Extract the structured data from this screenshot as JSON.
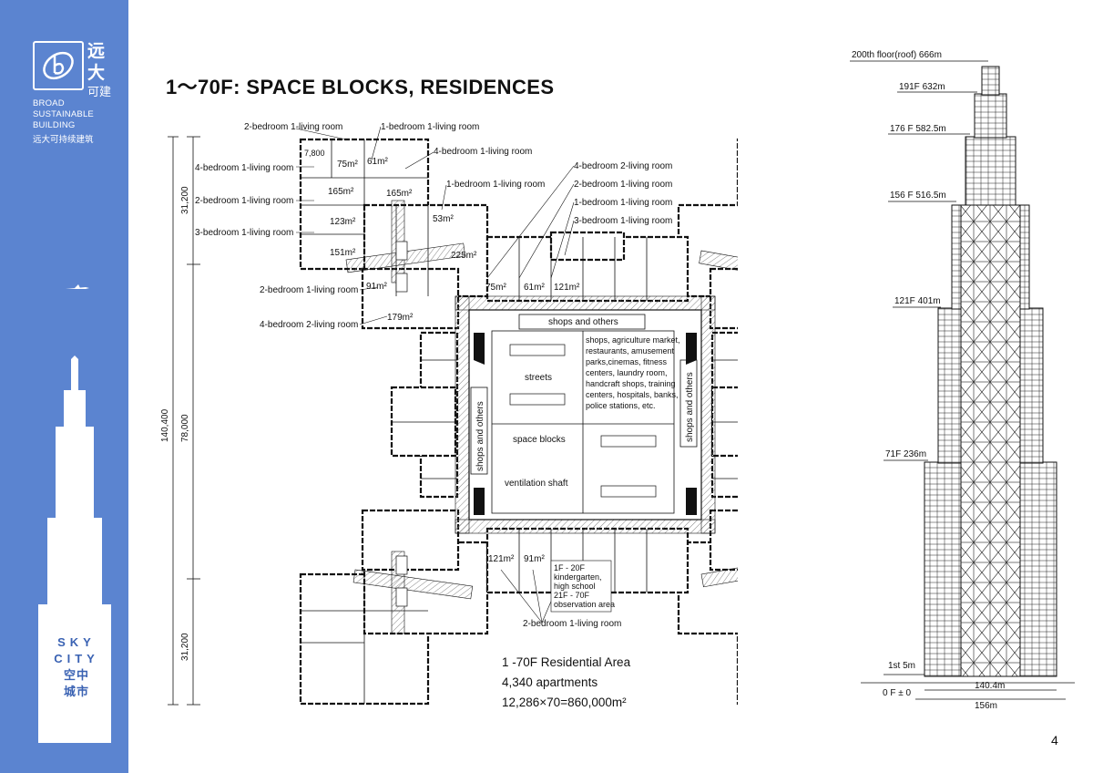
{
  "brand": {
    "logo_cn": "远大",
    "logo_cn_sub": "可建",
    "line1": "BROAD",
    "line2": "SUSTAINABLE",
    "line3": "BUILDING",
    "line_cn": "远大可持续建筑"
  },
  "sky_city": {
    "line1": "SKY",
    "line2": "CITY",
    "line3": "空中",
    "line4": "城市"
  },
  "title": "1～70F: SPACE BLOCKS, RESIDENCES",
  "plan": {
    "dim_top": "31,200",
    "dim_mid": "78,000",
    "dim_bottom": "31,200",
    "dim_total": "140,400",
    "dim_7800": "7,800",
    "left_labels": [
      "2-bedroom 1-living room",
      "4-bedroom 1-living room",
      "2-bedroom 1-living room",
      "3-bedroom 1-living room",
      "2-bedroom 1-living room",
      "4-bedroom 2-living room"
    ],
    "top_labels": [
      "1-bedroom 1-living room",
      "4-bedroom 1-living room",
      "1-bedroom 1-living room",
      "4-bedroom 2-living room",
      "2-bedroom 1-living room",
      "1-bedroom 1-living room",
      "3-bedroom 1-living room"
    ],
    "areas": [
      "75m²",
      "61m²",
      "165m²",
      "165m²",
      "53m²",
      "123m²",
      "151m²",
      "225m²",
      "91m²",
      "75m²",
      "61m²",
      "121m²",
      "179m²",
      "121m²",
      "91m²"
    ],
    "shops_top": "shops and others",
    "shops_left": "shops and others",
    "shops_right": "shops and others",
    "streets": "streets",
    "space_blocks": "space blocks",
    "ventilation": "ventilation shaft",
    "facilities": [
      "shops, agriculture market,",
      "restaurants, amusement",
      "parks,cinemas, fitness",
      "centers, laundry room,",
      "handcraft shops, training",
      "centers, hospitals, banks,",
      "police stations, etc."
    ],
    "kindergarten": [
      "1F - 20F",
      "kindergarten,",
      "high school",
      "21F - 70F",
      "observation area"
    ],
    "bottom_label": "2-bedroom 1-living room"
  },
  "stats": {
    "line1": "1 -70F  Residential Area",
    "line2": "4,340 apartments",
    "line3": "12,286×70=860,000m²"
  },
  "elevation": {
    "levels": [
      "200th floor(roof) 666m",
      "191F 632m",
      "176 F 582.5m",
      "156 F 516.5m",
      "121F 401m",
      "71F 236m",
      "1st 5m",
      "0 F ± 0"
    ],
    "width_inner": "140.4m",
    "width_outer": "156m"
  },
  "page": "4",
  "colors": {
    "sidebar": "#5b84d0",
    "tower_silhouette": "#ffffff",
    "hatch": "#555555"
  }
}
